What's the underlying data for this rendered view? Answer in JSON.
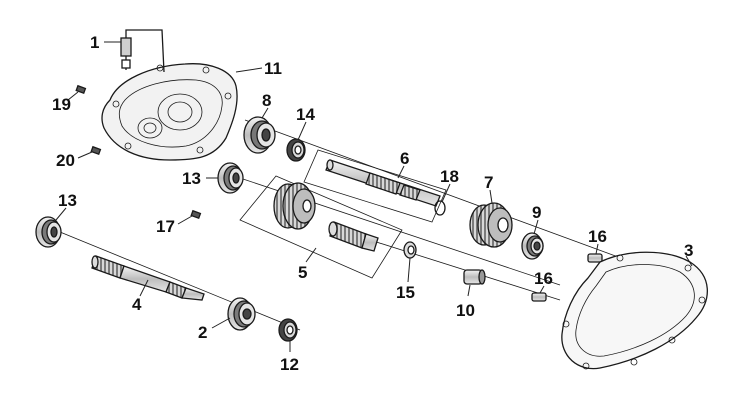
{
  "diagram": {
    "callouts": [
      {
        "id": "c1",
        "text": "1"
      },
      {
        "id": "c2",
        "text": "2"
      },
      {
        "id": "c3",
        "text": "3"
      },
      {
        "id": "c4",
        "text": "4"
      },
      {
        "id": "c5",
        "text": "5"
      },
      {
        "id": "c6",
        "text": "6"
      },
      {
        "id": "c7",
        "text": "7"
      },
      {
        "id": "c8",
        "text": "8"
      },
      {
        "id": "c9",
        "text": "9"
      },
      {
        "id": "c10",
        "text": "10"
      },
      {
        "id": "c11",
        "text": "11"
      },
      {
        "id": "c12",
        "text": "12"
      },
      {
        "id": "c13a",
        "text": "13"
      },
      {
        "id": "c13b",
        "text": "13"
      },
      {
        "id": "c14",
        "text": "14"
      },
      {
        "id": "c15",
        "text": "15"
      },
      {
        "id": "c16a",
        "text": "16"
      },
      {
        "id": "c16b",
        "text": "16"
      },
      {
        "id": "c17",
        "text": "17"
      },
      {
        "id": "c18",
        "text": "18"
      },
      {
        "id": "c19",
        "text": "19"
      },
      {
        "id": "c20",
        "text": "20"
      }
    ],
    "colors": {
      "line": "#1a1a1a",
      "fill_light": "#eeeeee",
      "fill_mid": "#cccccc",
      "fill_dark": "#888888",
      "background": "#ffffff"
    }
  }
}
